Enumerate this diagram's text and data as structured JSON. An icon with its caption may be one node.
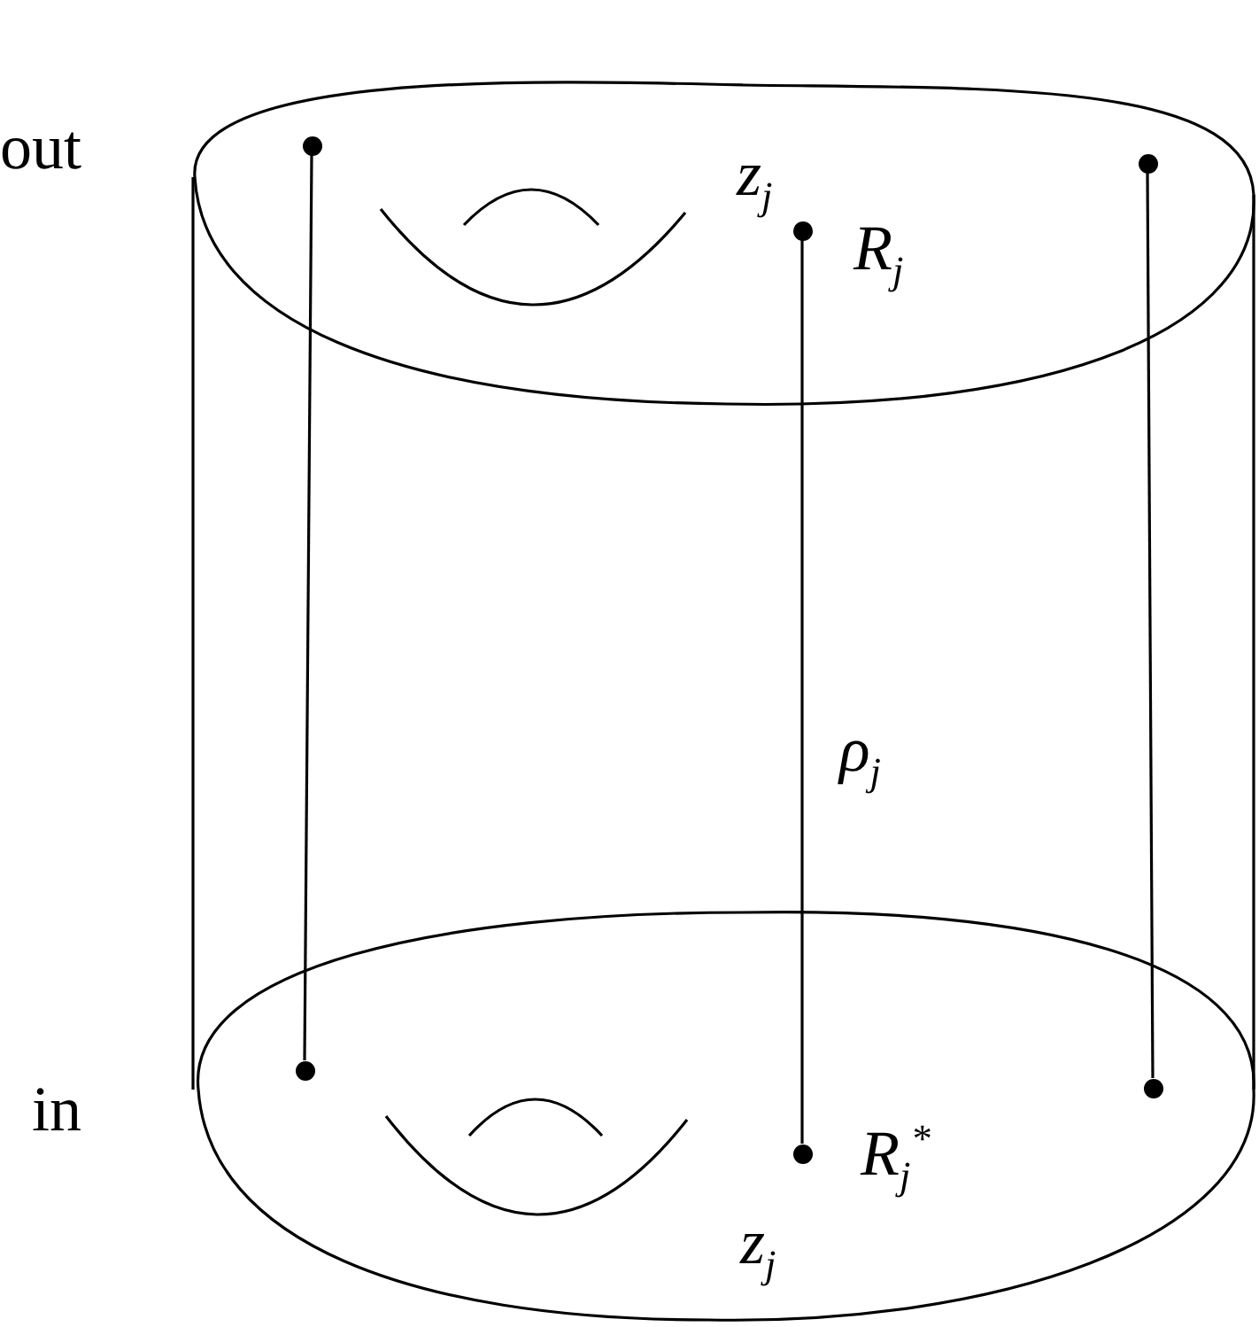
{
  "diagram": {
    "nodes": [
      {
        "text": [],
        "shape": "circle"
      },
      {
        "text": [],
        "shape": "circle",
        "beside": [
          "z$_{j}$"
        ]
      },
      {
        "text": [],
        "shape": "circle"
      },
      {
        "text": [],
        "shape": "circle"
      },
      {
        "text": [],
        "shape": "circle",
        "beside": [
          "z$_{j}$"
        ]
      },
      {
        "text": [],
        "shape": "circle"
      }
    ],
    "edges": [
      {
        "from": 0,
        "to": 3,
        "arrow": "none"
      },
      {
        "from": 1,
        "to": 4,
        "arrow": "none",
        "label": "ρ$_{j}$"
      },
      {
        "from": 2,
        "to": 5,
        "arrow": "none"
      }
    ],
    "labels": [
      "out",
      "R$_{j}$",
      "in",
      "R$_{j}$$^{*}$"
    ]
  }
}
